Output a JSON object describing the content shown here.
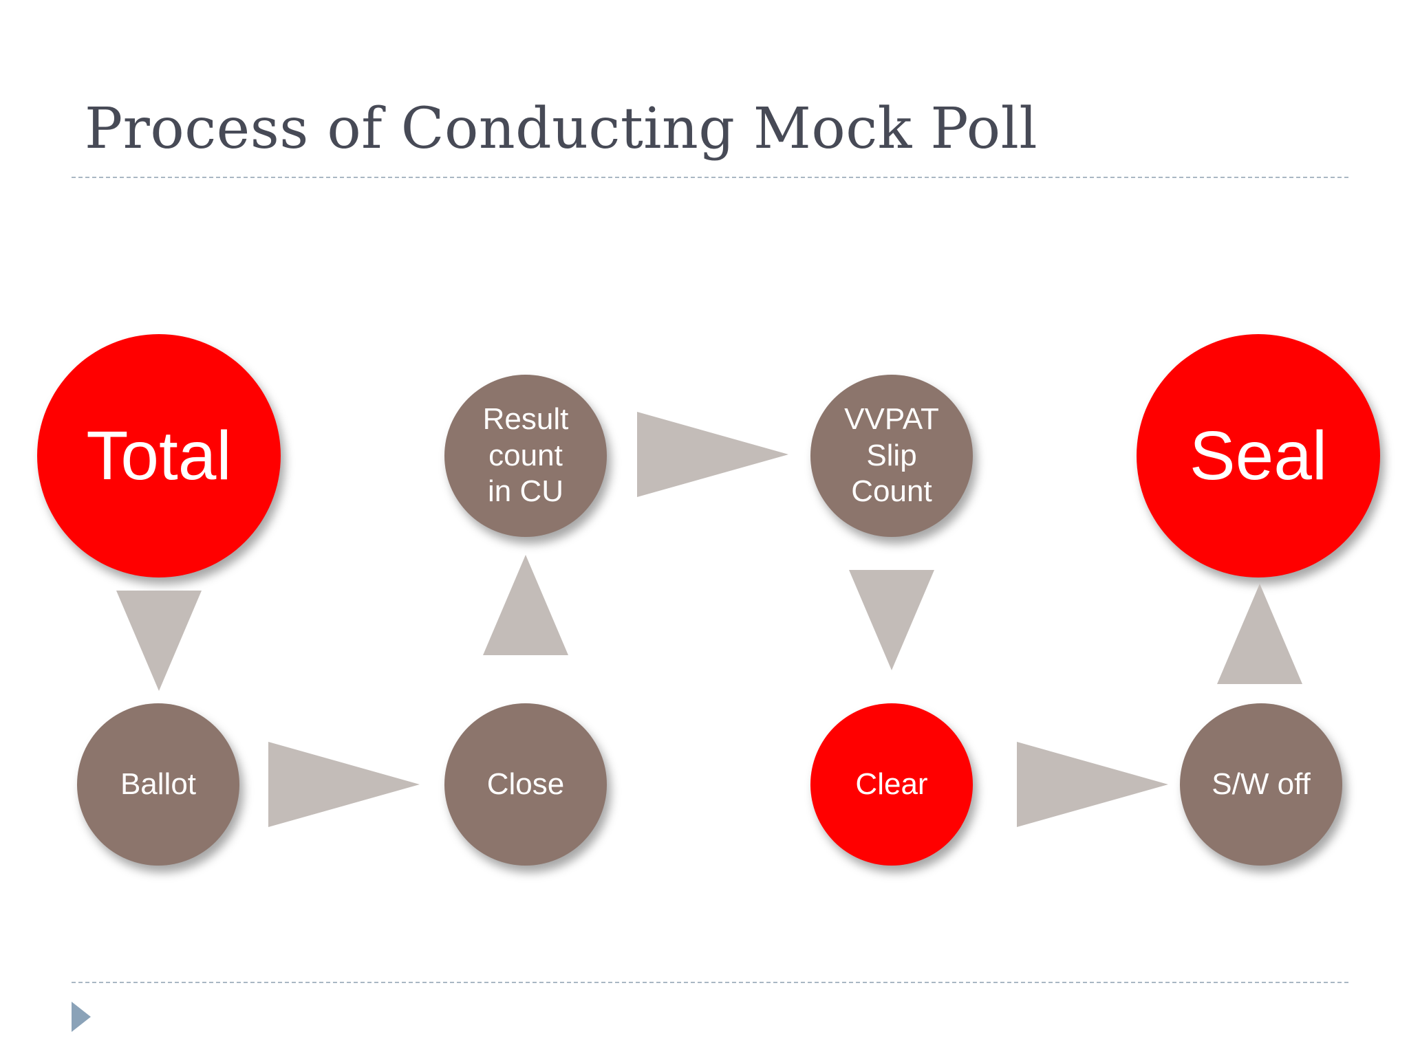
{
  "slide": {
    "title": "Process of Conducting Mock Poll"
  },
  "nodes": {
    "total": "Total",
    "ballot": "Ballot",
    "close": "Close",
    "result": "Result\ncount\nin CU",
    "vvpat": "VVPAT\nSlip\nCount",
    "clear": "Clear",
    "sw_off": "S/W off",
    "seal": "Seal"
  },
  "colors": {
    "highlight": "#ff0000",
    "step": "#8c756c",
    "arrow": "#c3bcb8",
    "title": "#474a56"
  }
}
